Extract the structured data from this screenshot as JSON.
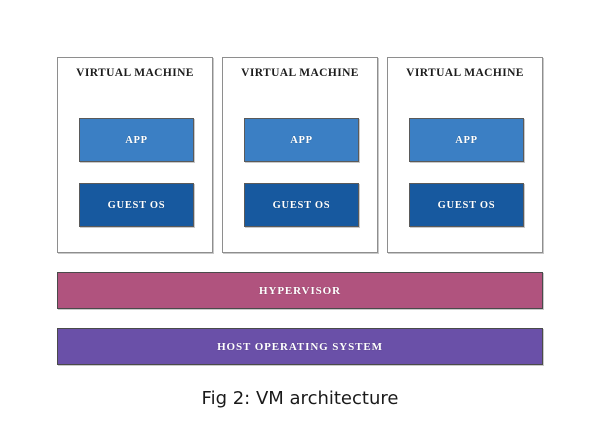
{
  "figure": {
    "caption": "Fig 2: VM architecture",
    "background_color": "#ffffff"
  },
  "colors": {
    "app": "#3b7fc4",
    "guest_os": "#17599f",
    "hypervisor": "#b0537e",
    "host_os": "#6a50a8",
    "vm_border": "#8e8e8e",
    "text_light": "#ffffff",
    "text_dark": "#1c1c1c"
  },
  "virtual_machines": [
    {
      "title": "VIRTUAL MACHINE",
      "app_label": "APP",
      "guest_os_label": "GUEST OS"
    },
    {
      "title": "VIRTUAL MACHINE",
      "app_label": "APP",
      "guest_os_label": "GUEST OS"
    },
    {
      "title": "VIRTUAL MACHINE",
      "app_label": "APP",
      "guest_os_label": "GUEST OS"
    }
  ],
  "layers": {
    "hypervisor_label": "HYPERVISOR",
    "host_os_label": "HOST OPERATING SYSTEM"
  }
}
